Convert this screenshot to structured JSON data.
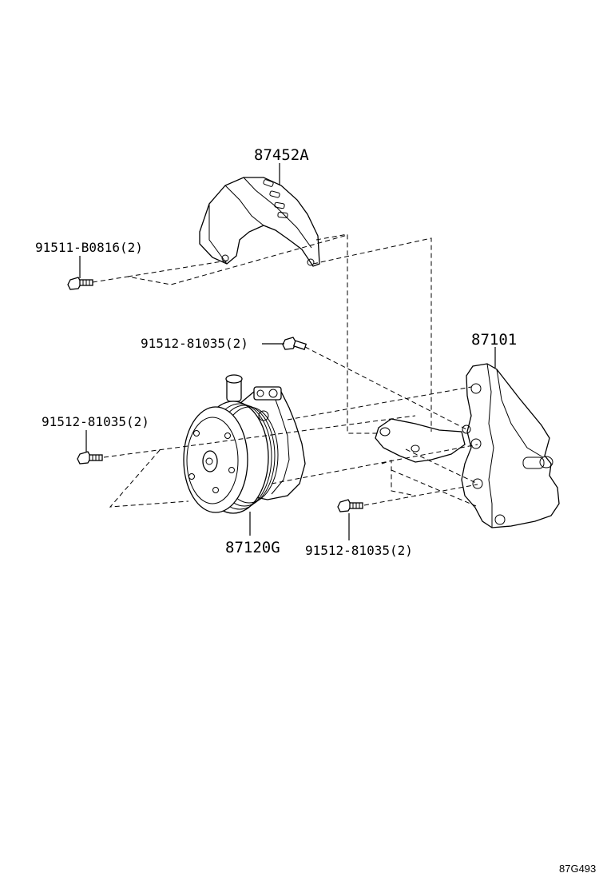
{
  "diagram": {
    "reference_code": "87G493",
    "parts": [
      {
        "id": "cover",
        "number": "87452A"
      },
      {
        "id": "bracket",
        "number": "87101"
      },
      {
        "id": "pump",
        "number": "87120G"
      }
    ],
    "fasteners": [
      {
        "id": "bolt-top-left",
        "label": "91511-B0816(2)"
      },
      {
        "id": "bolt-middle",
        "label": "91512-81035(2)"
      },
      {
        "id": "bolt-left",
        "label": "91512-81035(2)"
      },
      {
        "id": "bolt-bottom",
        "label": "91512-81035(2)"
      }
    ]
  }
}
